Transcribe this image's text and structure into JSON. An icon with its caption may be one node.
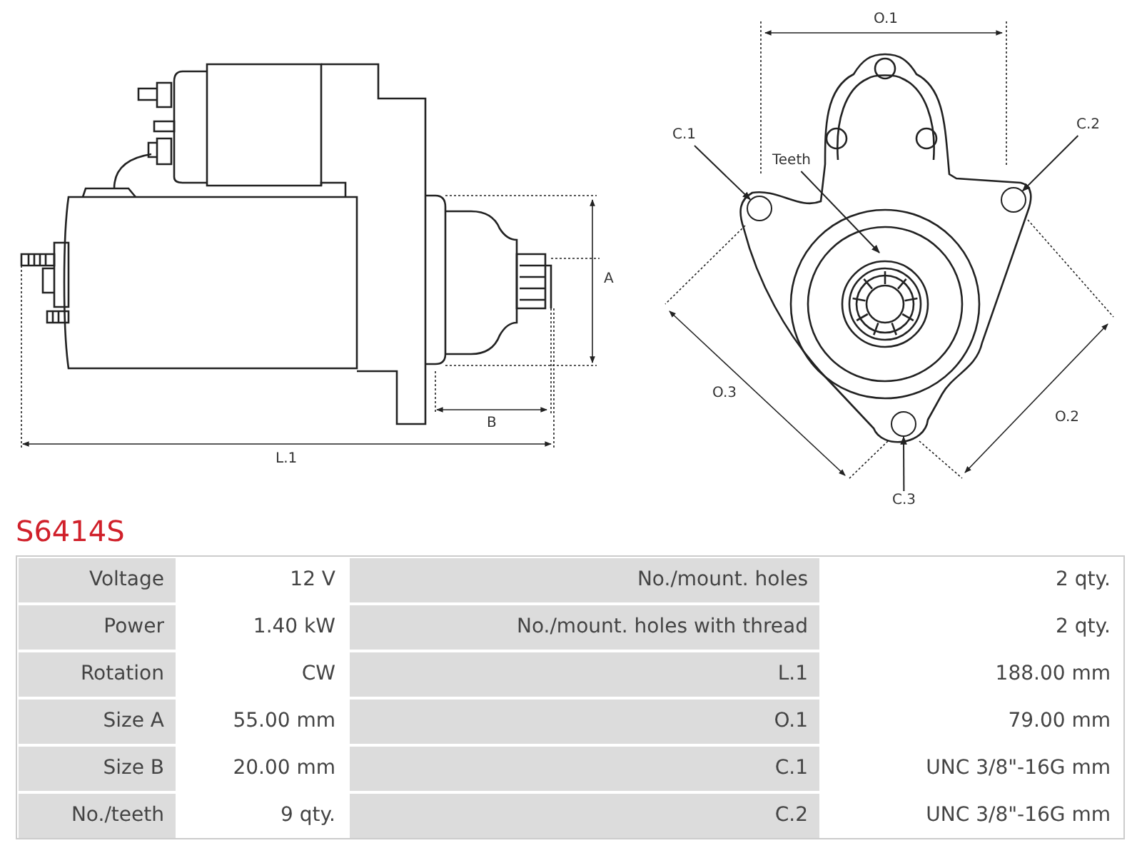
{
  "diagram": {
    "title": "S6414S",
    "nodes": [
      {
        "text": [
          "C.1"
        ]
      },
      {
        "text": [
          "C.2"
        ]
      },
      {
        "text": [
          "Teeth"
        ]
      },
      {
        "text": [
          "C.3"
        ]
      },
      {
        "text": [],
        "shape": "circle"
      },
      {
        "text": [],
        "shape": "circle"
      },
      {
        "text": [],
        "shape": "circle"
      }
    ],
    "edges": [
      {
        "from": 0,
        "to": 4,
        "arrow": "to"
      },
      {
        "from": 1,
        "to": 5,
        "arrow": "to"
      },
      {
        "from": 2,
        "to": null,
        "arrow": "to"
      },
      {
        "from": 3,
        "to": 6,
        "arrow": "to"
      }
    ],
    "labels": [
      "A",
      "B",
      "L.1",
      "O.1",
      "O.3",
      "O.2",
      "Voltage",
      "12 V",
      "No./mount. holes",
      "2 qty.",
      "Power",
      "1.40 kW",
      "No./mount. holes with thread",
      "2 qty.",
      "Rotation",
      "CW",
      "L.1",
      "188.00 mm",
      "Size A",
      "55.00 mm",
      "O.1",
      "79.00 mm",
      "Size B",
      "20.00 mm",
      "C.1",
      "UNC 3/8\"-16G mm",
      "No./teeth",
      "9 qty.",
      "C.2",
      "UNC 3/8\"-16G mm"
    ]
  }
}
